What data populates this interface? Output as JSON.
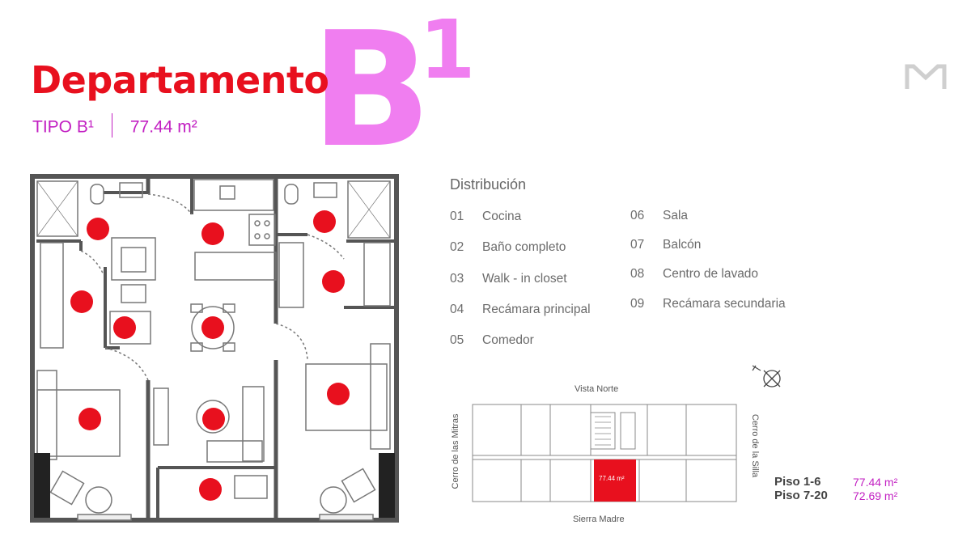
{
  "header": {
    "title": "Departamento",
    "big_letter": "B",
    "big_superscript": "1",
    "subtitle_tipo": "TIPO B¹",
    "subtitle_area": "77.44 m²"
  },
  "logo": {
    "icon": "m-logo-icon"
  },
  "distribucion": {
    "title": "Distribución",
    "items": [
      {
        "num": "01",
        "label": "Cocina"
      },
      {
        "num": "02",
        "label": "Baño completo"
      },
      {
        "num": "03",
        "label": "Walk - in closet"
      },
      {
        "num": "04",
        "label": "Recámara principal"
      },
      {
        "num": "05",
        "label": "Comedor"
      },
      {
        "num": "06",
        "label": "Sala"
      },
      {
        "num": "07",
        "label": "Balcón"
      },
      {
        "num": "08",
        "label": "Centro de lavado"
      },
      {
        "num": "09",
        "label": "Recámara secundaria"
      }
    ]
  },
  "keyplan": {
    "top": "Vista Norte",
    "bottom": "Sierra Madre",
    "left": "Cerro de las Mitras",
    "right": "Cerro de la Silla",
    "unit_label": "77.44 m²",
    "highlight_color": "#e8101e"
  },
  "pisos": [
    {
      "label": "Piso 1-6",
      "value": "77.44 m²"
    },
    {
      "label": "Piso 7-20",
      "value": "72.69 m²"
    }
  ],
  "colors": {
    "accent_red": "#e8101e",
    "accent_pink": "#f07ef0",
    "accent_magenta": "#c21fc2"
  }
}
